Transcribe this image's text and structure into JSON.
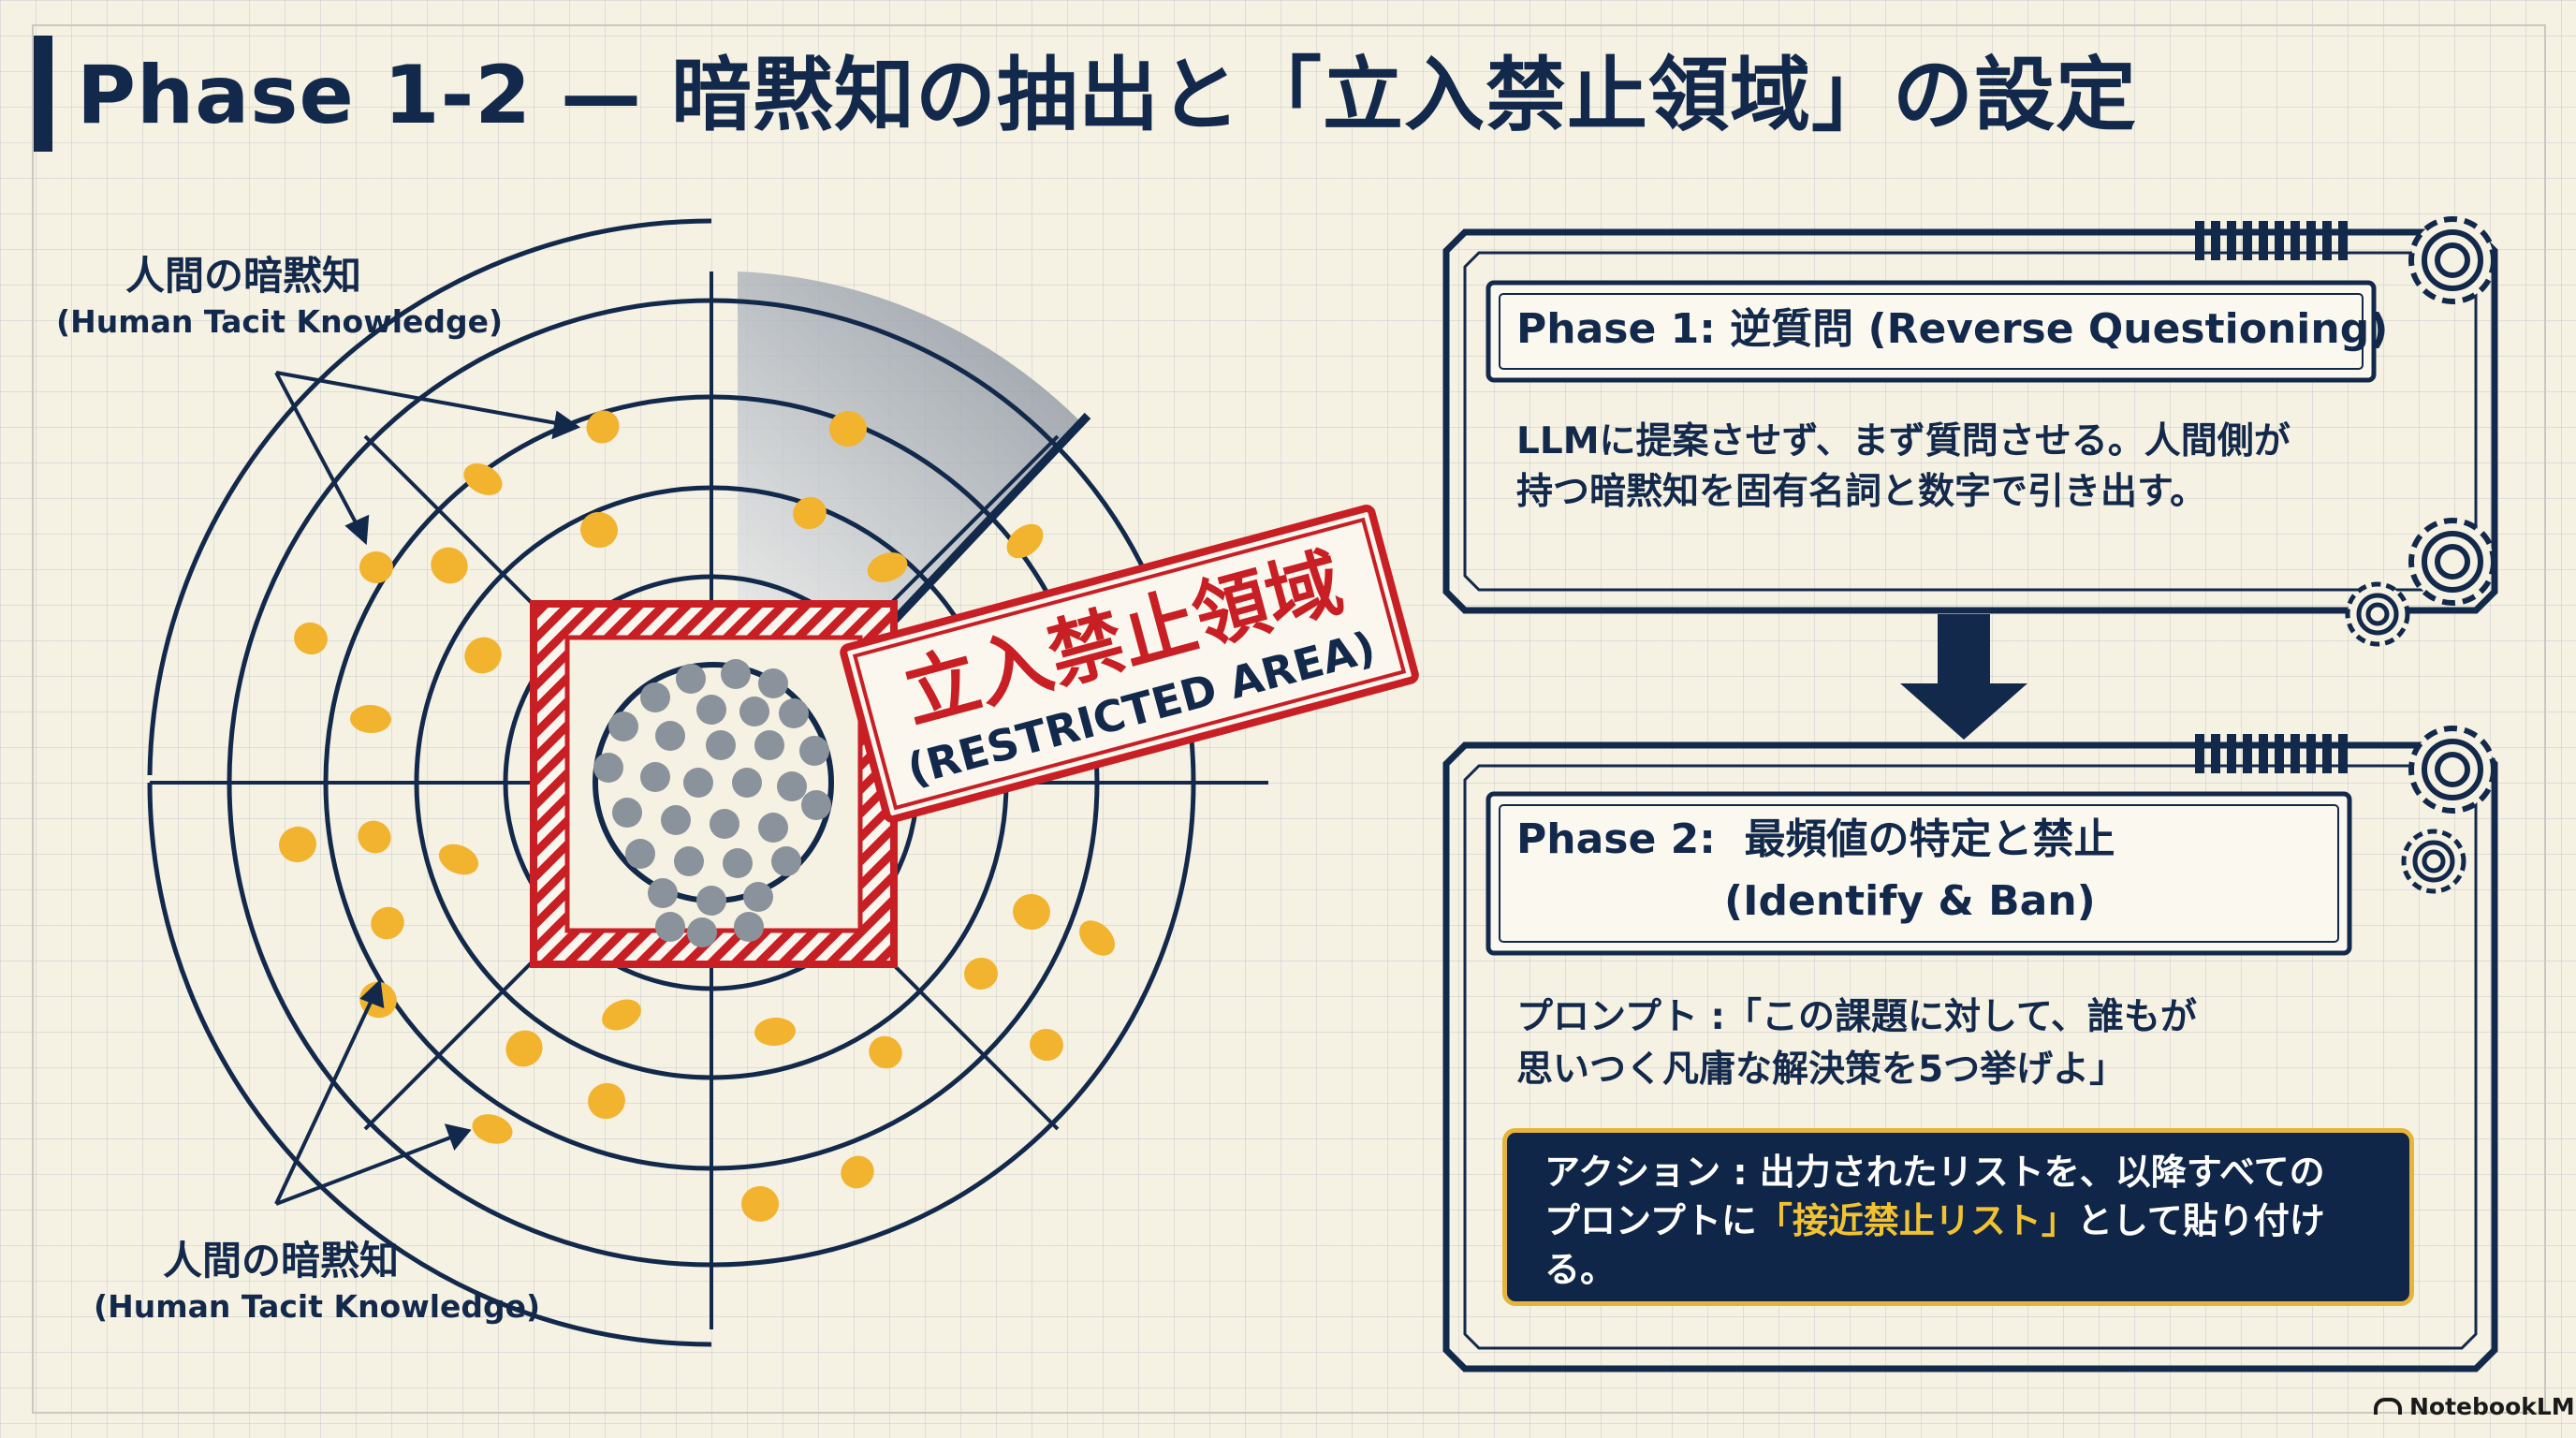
{
  "title": "Phase 1-2 — 暗黙知の抽出と「立入禁止領域」の設定",
  "diagram": {
    "label_top": {
      "ja": "人間の暗黙知",
      "en": "(Human Tacit Knowledge)"
    },
    "label_bottom": {
      "ja": "人間の暗黙知",
      "en": "(Human Tacit Knowledge)"
    },
    "stamp": {
      "ja": "立入禁止領域",
      "en": "(RESTRICTED AREA)"
    },
    "colors": {
      "navy": "#13294b",
      "red": "#c81f25",
      "dot": "#f2b32e",
      "gray_dot": "#8a939b"
    }
  },
  "phase1": {
    "title": "Phase 1: 逆質問 (Reverse Questioning)",
    "body_line1": "LLMに提案させず、まず質問させる。人間側が",
    "body_line2": "持つ暗黙知を固有名詞と数字で引き出す。"
  },
  "phase2": {
    "title_line1": "Phase 2:  最頻値の特定と禁止",
    "title_line2": "(Identify & Ban)",
    "body_line1": "プロンプト :「この課題に対して、誰もが",
    "body_line2": "思いつく凡庸な解決策を5つ挙げよ」",
    "action_prefix": "アクション : 出力されたリストを、以降すべての",
    "action_line2_pre": "プロンプトに",
    "action_highlight": "「接近禁止リスト」",
    "action_line2_post": "として貼り付け",
    "action_line3": "る。"
  },
  "brand": "NotebookLM"
}
